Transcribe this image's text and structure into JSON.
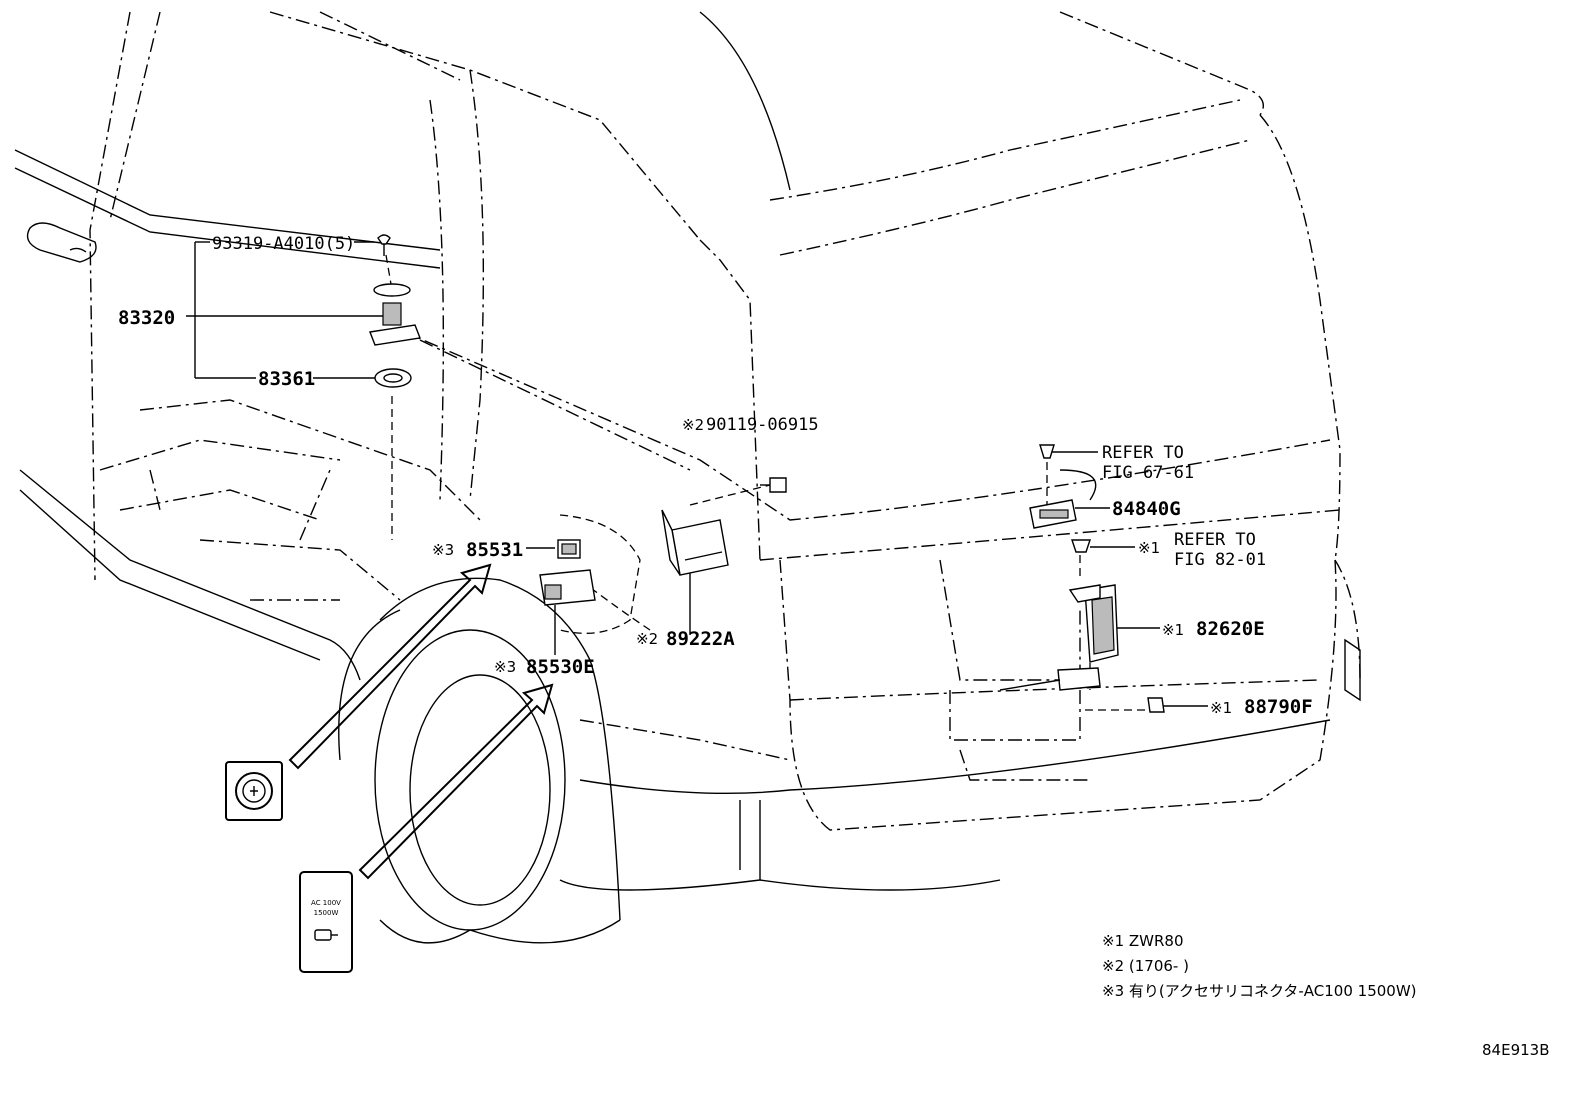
{
  "labels": {
    "p93319": "93319-A4010(5)",
    "p83320": "83320",
    "p83361": "83361",
    "p90119_mark": "※2",
    "p90119": "90119-06915",
    "refer1_a": "REFER TO",
    "refer1_b": "FIG 67-61",
    "p84840g": "84840G",
    "p_x1_clip": "※1",
    "refer2_a": "REFER TO",
    "refer2_b": "FIG 82-01",
    "p85531_mark": "※3",
    "p85531": "85531",
    "p89222a_mark": "※2",
    "p89222a": "89222A",
    "p82620e_mark": "※1",
    "p82620e": "82620E",
    "p85530e_mark": "※3",
    "p85530e": "85530E",
    "p88790f_mark": "※1",
    "p88790f": "88790F"
  },
  "inset_outlet": {
    "line1": "AC 100V",
    "line2": "1500W"
  },
  "notes": [
    "※1  ZWR80",
    "※2 (1706-        )",
    "※3 有り(アクセサリコネクタ-AC100  1500W)"
  ],
  "diagram_code": "84E913B",
  "colors": {
    "line": "#000000",
    "background": "#ffffff"
  }
}
